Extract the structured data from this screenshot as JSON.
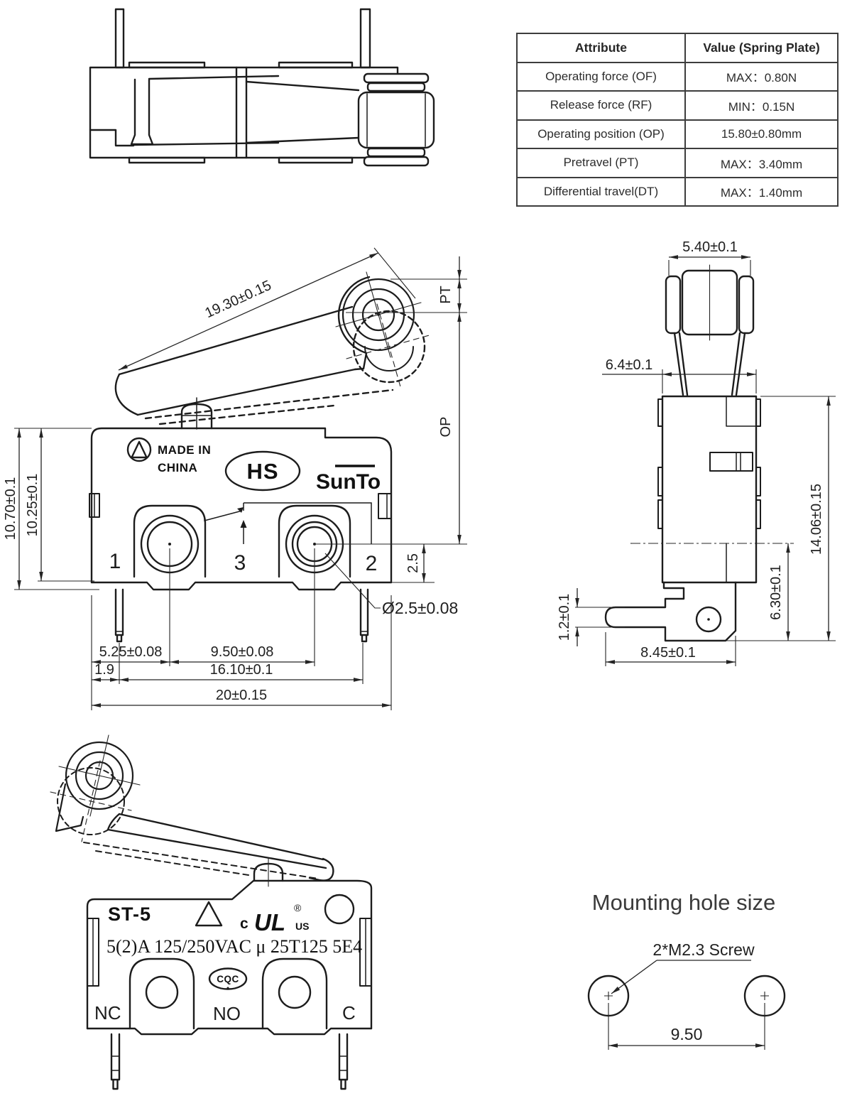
{
  "spec_table": {
    "headers": [
      "Attribute",
      "Value (Spring Plate)"
    ],
    "rows": [
      {
        "attribute": "Operating force (OF)",
        "value": "MAX：0.80N"
      },
      {
        "attribute": "Release force (RF)",
        "value": "MIN：0.15N"
      },
      {
        "attribute": "Operating position (OP)",
        "value": "15.80±0.80mm"
      },
      {
        "attribute": "Pretravel (PT)",
        "value": "MAX：3.40mm"
      },
      {
        "attribute": "Differential travel(DT)",
        "value": "MAX：1.40mm"
      }
    ]
  },
  "front_view": {
    "lever_length": "19.30±0.15",
    "pretravel_label": "PT",
    "operating_position_label": "OP",
    "height_outer": "10.70±0.1",
    "height_inner": "10.25±0.1",
    "terminal_center_offset": "2.5",
    "hole_diameter": "Ø2.5±0.08",
    "dim_pin1_offset": "5.25±0.08",
    "dim_hole_spacing": "9.50±0.08",
    "dim_pin_edge": "1.9",
    "dim_pin_spacing": "16.10±0.1",
    "dim_body_width": "20±0.15",
    "made_in_line1": "MADE IN",
    "made_in_line2": "CHINA",
    "logo_hs": "HS",
    "brand": "SunTo",
    "terminal_1": "1",
    "terminal_3": "3",
    "terminal_2": "2"
  },
  "side_view": {
    "roller_width": "5.40±0.1",
    "body_depth": "6.4±0.1",
    "overall_height": "14.06±0.15",
    "terminal_hole_height": "6.30±0.1",
    "terminal_thickness": "1.2±0.1",
    "terminal_length": "8.45±0.1"
  },
  "bottom_view": {
    "model": "ST-5",
    "ul_c": "c",
    "ul_mark": "UL",
    "ul_reg": "®",
    "ul_us": "US",
    "rating": "5(2)A 125/250VAC μ 25T125 5E4",
    "cqc": "CQC",
    "terminal_nc": "NC",
    "terminal_no": "NO",
    "terminal_c": "C"
  },
  "mounting_hole": {
    "title": "Mounting hole size",
    "screw_label": "2*M2.3 Screw",
    "spacing": "9.50"
  }
}
